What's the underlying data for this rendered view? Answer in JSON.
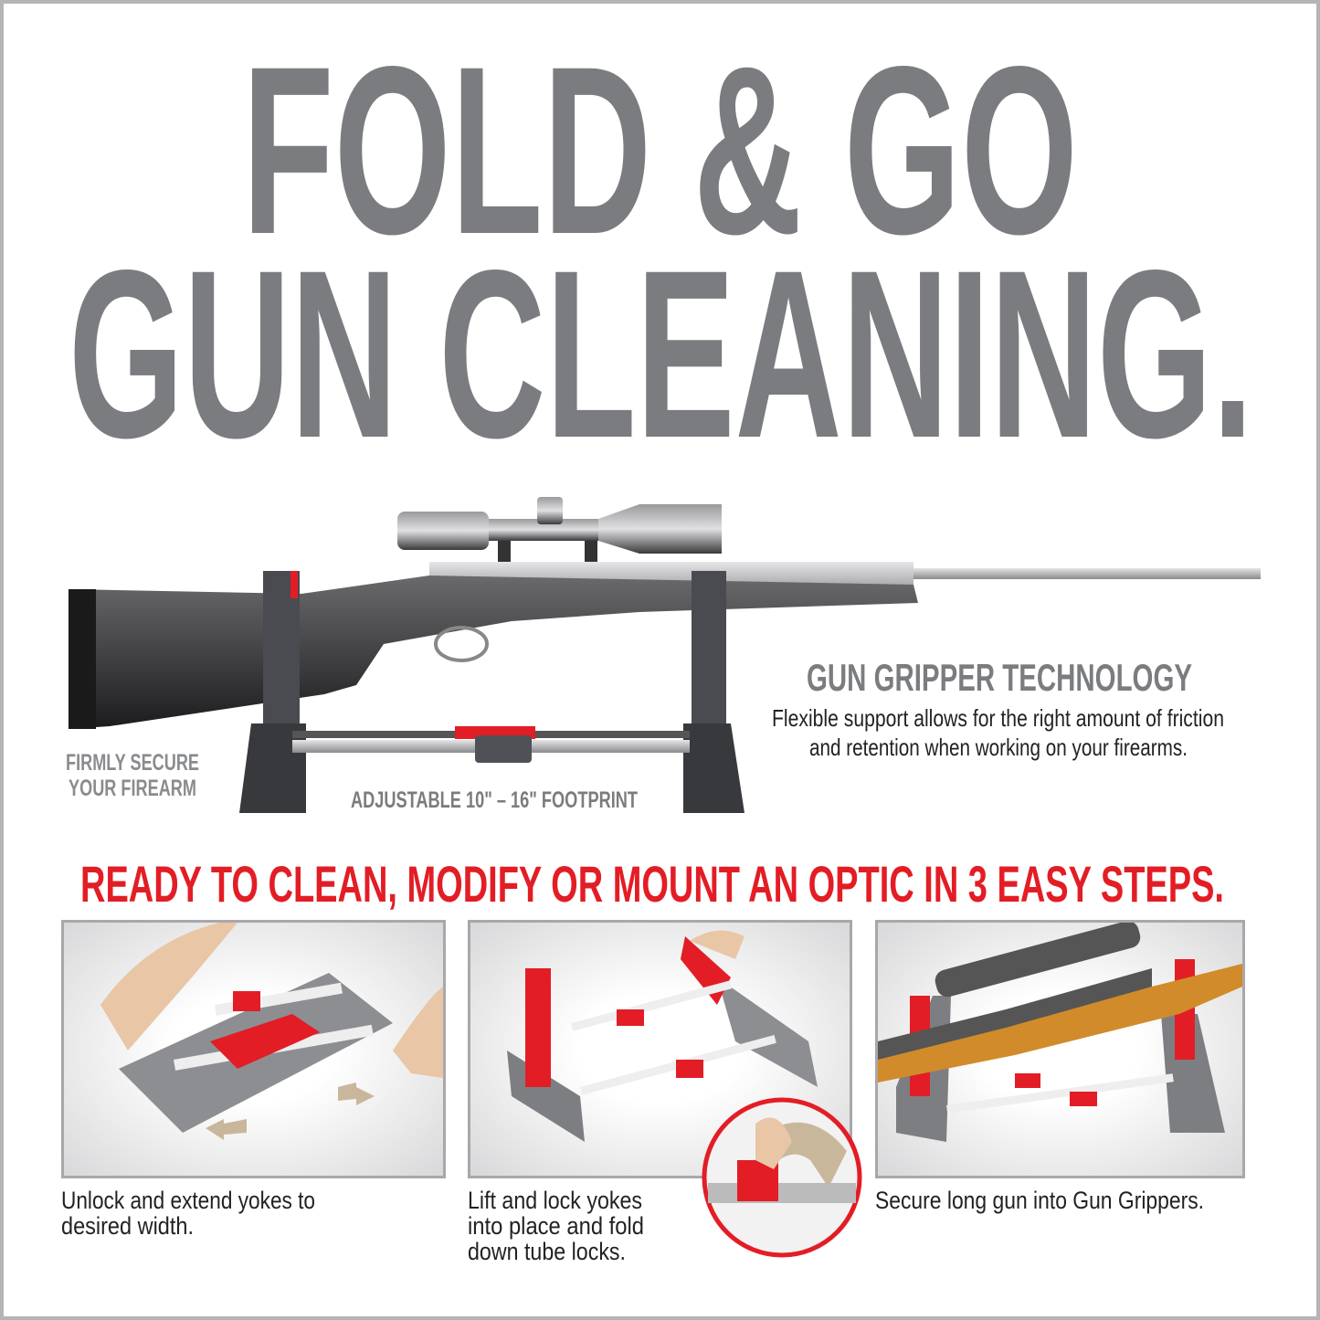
{
  "headline": {
    "line1": "FOLD & GO",
    "line2": "GUN CLEANING."
  },
  "features": {
    "secure_line1": "FIRMLY SECURE",
    "secure_line2": "YOUR FIREARM",
    "footprint": "ADJUSTABLE 10\" – 16\" FOOTPRINT",
    "gripper_title": "GUN GRIPPER TECHNOLOGY",
    "gripper_line1": "Flexible support allows for the right amount of friction",
    "gripper_line2": "and retention when working on your firearms."
  },
  "steps_heading": "READY TO CLEAN, MODIFY OR MOUNT AN OPTIC IN 3 EASY STEPS.",
  "steps": [
    {
      "line1": "Unlock and extend yokes to",
      "line2": "desired width."
    },
    {
      "line1": "Lift and lock yokes",
      "line2": "into place and fold",
      "line3": "down tube locks."
    },
    {
      "line1": "Secure long gun into Gun Grippers."
    }
  ],
  "colors": {
    "title_gray": "#7b7c7f",
    "accent_red": "#e31d25",
    "border": "#b4b4b6"
  }
}
